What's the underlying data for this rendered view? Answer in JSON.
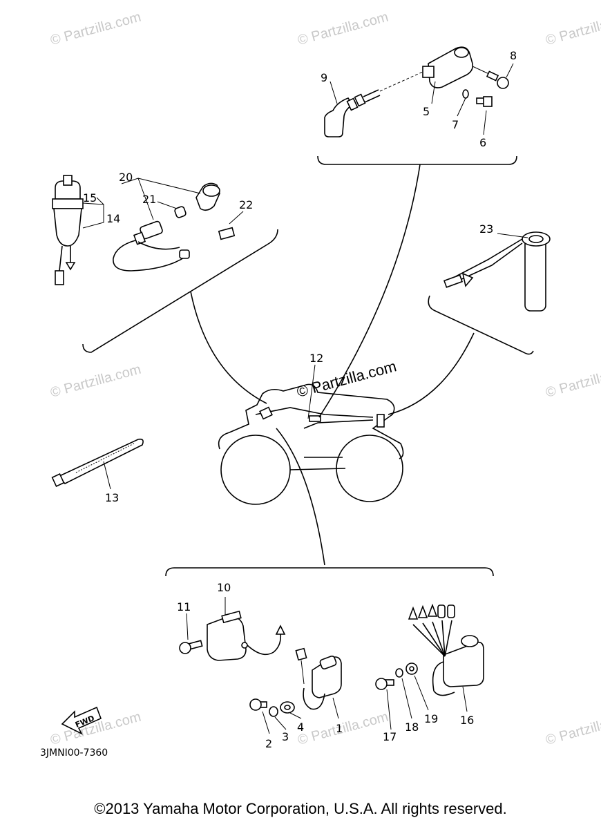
{
  "watermark": "© Partzilla.com",
  "watermark_center": "© Partzilla.com",
  "diagram_code": "3JMNI00-7360",
  "fwd_label": "FWD",
  "copyright": "©2013 Yamaha Motor Corporation, U.S.A. All rights reserved.",
  "callouts": {
    "c1": "1",
    "c2": "2",
    "c3": "3",
    "c4": "4",
    "c5": "5",
    "c6": "6",
    "c7": "7",
    "c8": "8",
    "c9": "9",
    "c10": "10",
    "c11": "11",
    "c12": "12",
    "c13": "13",
    "c14": "14",
    "c15": "15",
    "c16": "16",
    "c17": "17",
    "c18": "18",
    "c19": "19",
    "c20": "20",
    "c21": "21",
    "c22": "22",
    "c23": "23"
  }
}
